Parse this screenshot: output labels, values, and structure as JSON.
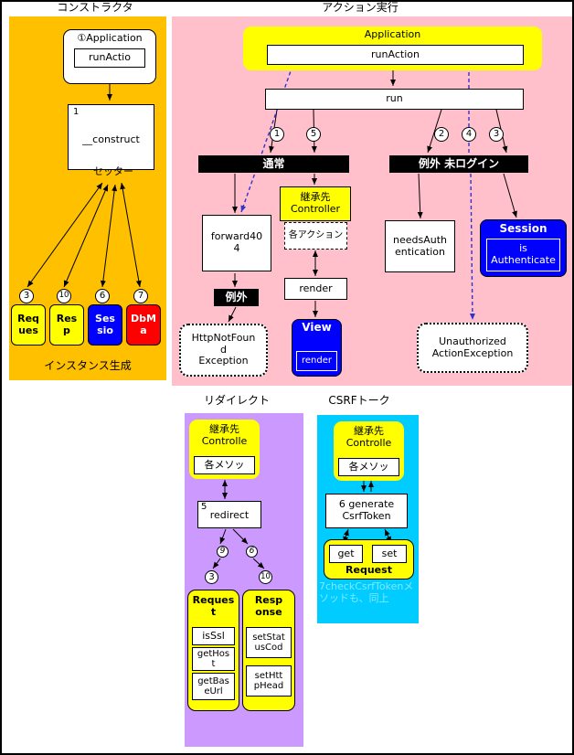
{
  "colors": {
    "constructor_bg": "#FFC000",
    "action_bg": "#FFC0CB",
    "redirect_bg": "#CC99FF",
    "csrf_bg": "#00CCFF",
    "highlight_yellow": "#FFFF00",
    "session_blue": "#0000FF",
    "db_red": "#FF0000",
    "flow_arrow_blue": "#3333CC",
    "csrf_note_text": "#7FE8FF"
  },
  "headers": {
    "constructor": "コンストラクタ",
    "action": "アクション実行",
    "redirect": "リダイレクト",
    "csrf": "CSRFトーク"
  },
  "constructor": {
    "app_title": "①Application",
    "app_method": "runActio",
    "construct_num": "1",
    "construct_label": "__construct",
    "setter": "セッター",
    "instances": [
      {
        "num": "3",
        "label": "Req\nues"
      },
      {
        "num": "10",
        "label": "Res\np"
      },
      {
        "num": "6",
        "label": "Ses\nsio"
      },
      {
        "num": "7",
        "label": "DbM\na"
      }
    ],
    "footer": "インスタンス生成"
  },
  "action": {
    "app_title": "Application",
    "run_action": "runAction",
    "run": "run",
    "steps": [
      "1",
      "5",
      "2",
      "4",
      "3"
    ],
    "normal": "通常",
    "exception_header": "例外 未ログイン",
    "controller_title": "継承先\nController",
    "controller_action": "各アクション",
    "forward": "forward40\n4",
    "render": "render",
    "needs_auth": "needsAuth\nentication",
    "session_title": "Session",
    "session_method": "is\nAuthenticate",
    "exception_tag": "例外",
    "http_not_found": "HttpNotFoun\nd\nException",
    "view_title": "View",
    "view_method": "render",
    "unauthorized": "Unauthorized\nActionException"
  },
  "redirect": {
    "controller_title": "継承先\nControlle",
    "controller_method": "各メソッ",
    "step_num": "5",
    "redirect_label": "redirect",
    "branch_left": "9",
    "branch_right": "6",
    "request_num": "3",
    "response_num": "10",
    "request_title": "Reques\nt",
    "request_methods": [
      "isSsl",
      "getHos\nt",
      "getBas\neUrl"
    ],
    "response_title": "Resp\nonse",
    "response_methods": [
      "setStat\nusCod",
      "setHtt\npHead"
    ]
  },
  "csrf": {
    "controller_title": "継承先\nControlle",
    "controller_method": "各メソッ",
    "generate": "6 generate\nCsrfToken",
    "get": "get",
    "set": "set",
    "request_title": "Request",
    "note": "7checkCsrfTokenメソッドも、同上"
  }
}
